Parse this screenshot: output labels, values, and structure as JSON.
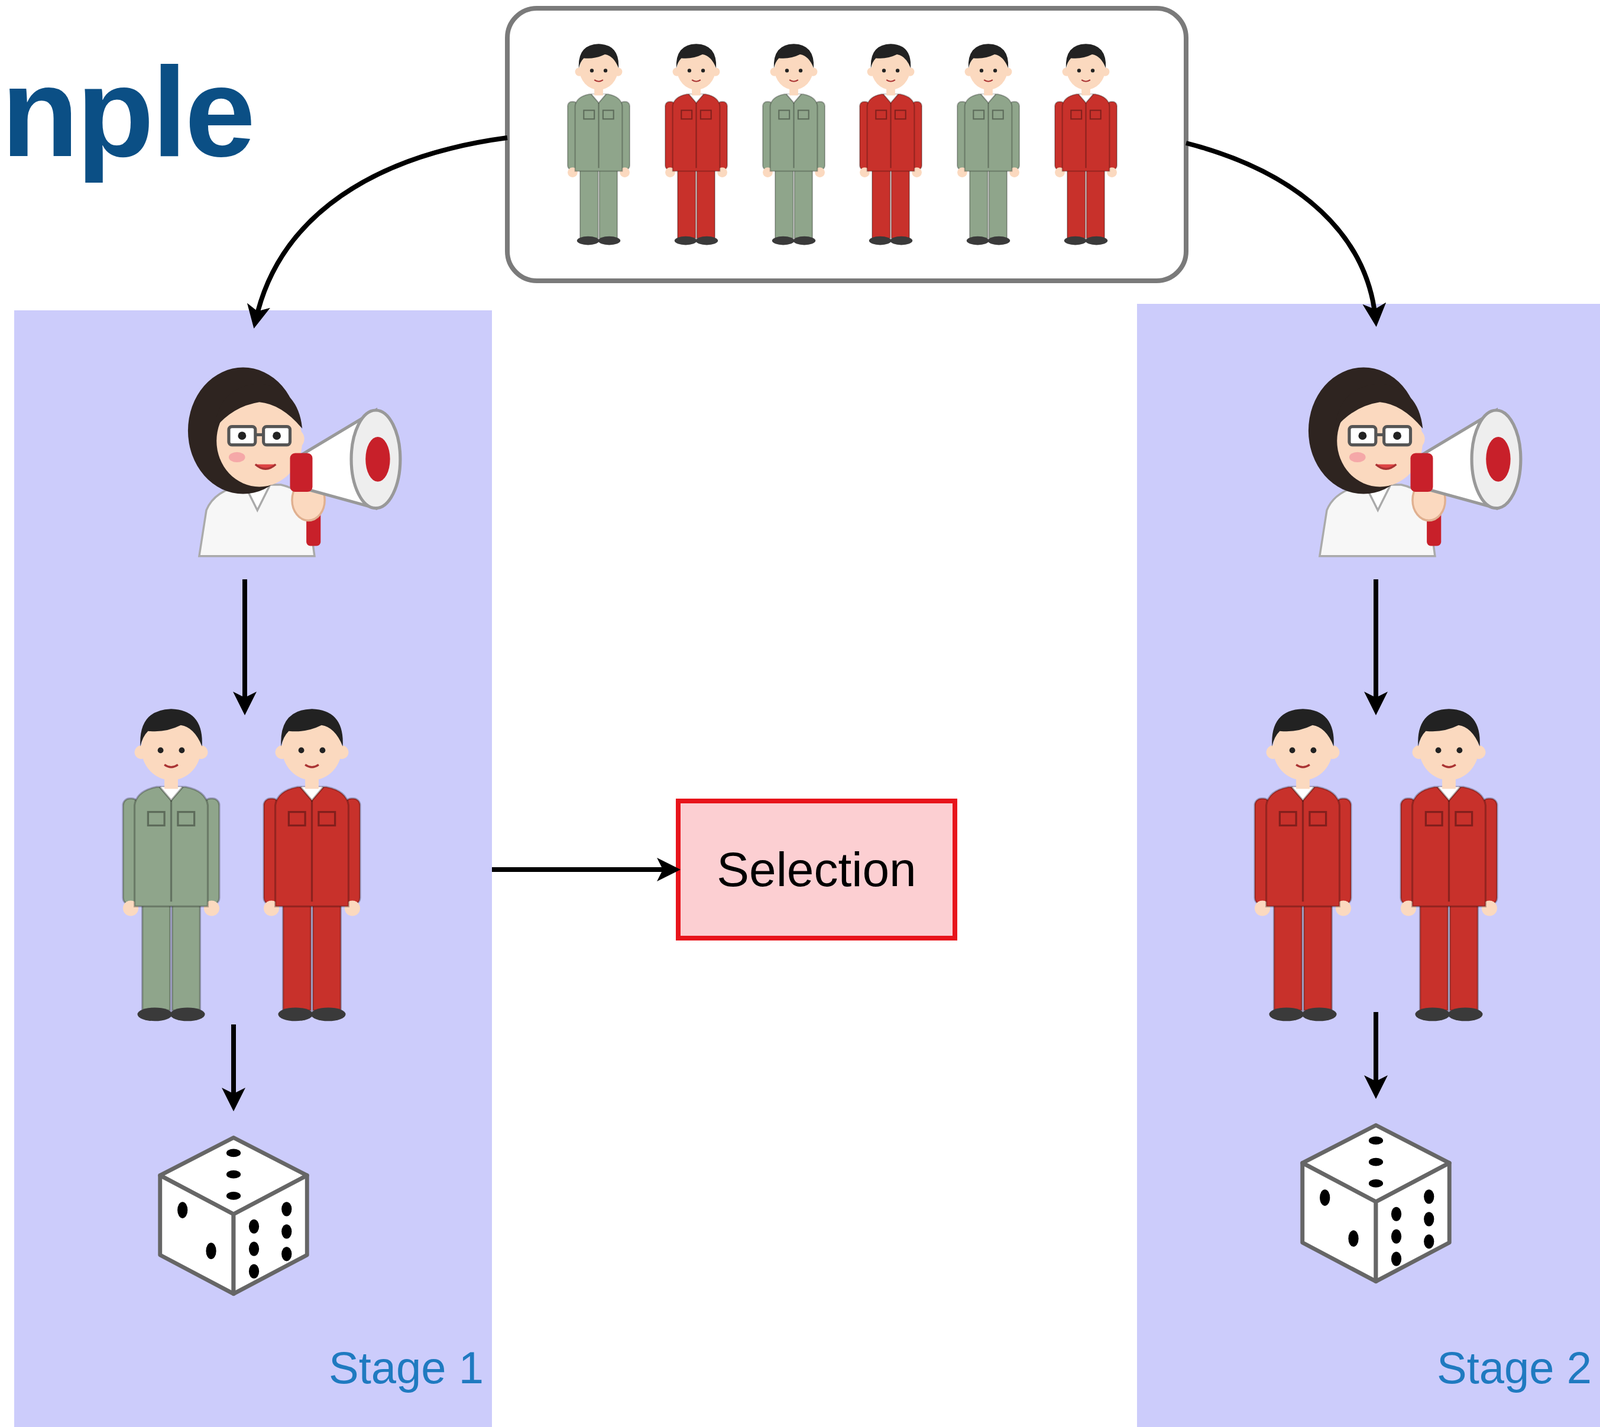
{
  "diagram": {
    "title": "nple",
    "nodes": [
      {
        "text": [
          "Stage 1"
        ]
      },
      {
        "text": [
          "Selection"
        ]
      },
      {
        "text": [
          "Stage 2"
        ]
      }
    ],
    "edges": [
      {
        "from": 0,
        "to": 1,
        "arrow": "to"
      }
    ]
  }
}
